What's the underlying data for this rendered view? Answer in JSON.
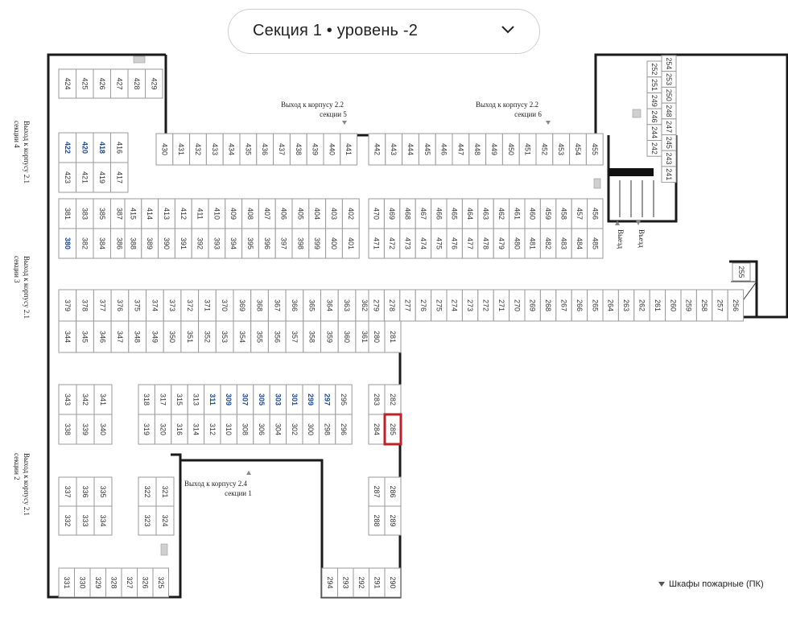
{
  "selector": {
    "label": "Секция 1 • уровень -2"
  },
  "legend": {
    "text": "Шкафы пожарные (ПК)"
  },
  "selected_spot": "285",
  "colors": {
    "available": "#1c4aa0",
    "selected": "#c0202a",
    "wall": "#1a1a1a"
  },
  "exits": {
    "e22s5": [
      "Выход к корпусу 2.2",
      "секции 5"
    ],
    "e22s6": [
      "Выход к корпусу 2.2",
      "секции 6"
    ],
    "e24s1": [
      "Выход к корпусу 2.4",
      "секции 1"
    ],
    "w4": [
      "Выход к корпусу 2.1",
      "секции 4"
    ],
    "w3": [
      "Выход к корпусу 2.1",
      "секции 3"
    ],
    "w2": [
      "Выход к корпусу 2.1",
      "секции 2"
    ],
    "vyezd": "Выезд",
    "vezd": "Въезд"
  },
  "available_spots": [
    "422",
    "420",
    "418",
    "380",
    "311",
    "309",
    "307",
    "305",
    "303",
    "301",
    "299",
    "297"
  ],
  "spots": {
    "top_a": [
      "424",
      "425",
      "426",
      "427",
      "428",
      "429"
    ],
    "left_b1": [
      "422",
      "420",
      "418",
      "416"
    ],
    "left_b2": [
      "423",
      "421",
      "419",
      "417"
    ],
    "row430": [
      "430",
      "431",
      "432",
      "433",
      "434",
      "435",
      "436",
      "437",
      "438",
      "439",
      "440",
      "441"
    ],
    "row442": [
      "442",
      "443",
      "444",
      "445",
      "446",
      "447",
      "448",
      "449",
      "450",
      "451",
      "452",
      "453",
      "454",
      "455"
    ],
    "left_c1": [
      "381",
      "383",
      "385",
      "387"
    ],
    "left_c2": [
      "380",
      "382",
      "384",
      "386"
    ],
    "row415": [
      "415",
      "414",
      "413",
      "412",
      "411",
      "410",
      "409",
      "408",
      "407",
      "406",
      "405",
      "404",
      "403",
      "402"
    ],
    "row388": [
      "388",
      "389",
      "390",
      "391",
      "392",
      "393",
      "394",
      "395",
      "396",
      "397",
      "398",
      "399",
      "400",
      "401"
    ],
    "row470": [
      "470",
      "469",
      "468",
      "467",
      "466",
      "465",
      "464",
      "463",
      "462",
      "461",
      "460",
      "459",
      "458",
      "457",
      "456"
    ],
    "row471": [
      "471",
      "472",
      "473",
      "474",
      "475",
      "476",
      "477",
      "478",
      "479",
      "480",
      "481",
      "482",
      "483",
      "484",
      "485"
    ],
    "right_col_a": [
      "254",
      "253",
      "250",
      "248",
      "247",
      "245",
      "243",
      "241"
    ],
    "right_col_b": [
      "252",
      "251",
      "249",
      "246",
      "244",
      "242"
    ],
    "row379": [
      "379",
      "378",
      "377",
      "376",
      "375",
      "374",
      "373",
      "372",
      "371",
      "370",
      "369",
      "368",
      "367",
      "366",
      "365",
      "364",
      "363",
      "362"
    ],
    "row344": [
      "344",
      "345",
      "346",
      "347",
      "348",
      "349",
      "350",
      "351",
      "352",
      "353",
      "354",
      "355",
      "356",
      "357",
      "358",
      "359",
      "360",
      "361"
    ],
    "row279": [
      "279",
      "278",
      "277",
      "276",
      "275",
      "274",
      "273",
      "272",
      "271",
      "270",
      "269",
      "268",
      "267",
      "266",
      "265",
      "264",
      "263",
      "262",
      "261",
      "260",
      "259",
      "258",
      "257",
      "256"
    ],
    "col280": [
      "280",
      "281"
    ],
    "spot255": "255",
    "mid_l1": [
      "343",
      "342",
      "341"
    ],
    "mid_l2": [
      "338",
      "339",
      "340"
    ],
    "mid_r1": [
      "318",
      "317",
      "315",
      "313",
      "311",
      "309",
      "307",
      "305",
      "303",
      "301",
      "299",
      "297",
      "295"
    ],
    "mid_r2": [
      "319",
      "320",
      "316",
      "314",
      "312",
      "310",
      "308",
      "306",
      "304",
      "302",
      "300",
      "298",
      "296"
    ],
    "col283": [
      "283",
      "282"
    ],
    "col284": [
      "284",
      "285"
    ],
    "low_l1": [
      "337",
      "336",
      "335"
    ],
    "low_l2": [
      "332",
      "333",
      "334"
    ],
    "low_m1": [
      "322",
      "321"
    ],
    "low_m2": [
      "323",
      "324"
    ],
    "low_r1": [
      "287",
      "286"
    ],
    "low_r2": [
      "288",
      "289"
    ],
    "bottom_l": [
      "331",
      "330",
      "329",
      "328",
      "327",
      "326",
      "325"
    ],
    "bottom_r": [
      "294",
      "293",
      "292",
      "291",
      "290"
    ]
  }
}
